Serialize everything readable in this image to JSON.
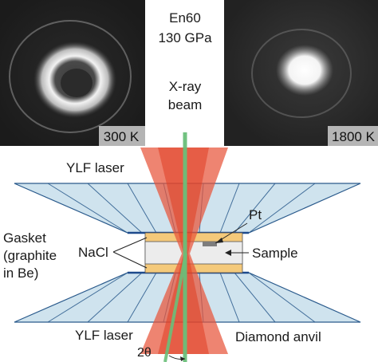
{
  "photos": {
    "left_label": "300 K",
    "right_label": "1800 K"
  },
  "labels": {
    "sample_name": "En60",
    "pressure": "130 GPa",
    "xray_line1": "X-ray",
    "xray_line2": "beam",
    "ylf_top": "YLF laser",
    "ylf_bottom": "YLF laser",
    "gasket_line1": "Gasket",
    "gasket_line2": "(graphite",
    "gasket_line3": "in Be)",
    "nacl": "NaCl",
    "pt": "Pt",
    "sample": "Sample",
    "diamond_anvil": "Diamond anvil",
    "two_theta": "2θ"
  },
  "colors": {
    "anvil_fill": "#cfe3ee",
    "anvil_edge": "#2a5a8c",
    "laser": "#e8553a",
    "xray": "#6bbf7a",
    "nacl": "#f4c97a",
    "sample": "#e9e9e9",
    "pt": "#8a8a8a"
  }
}
